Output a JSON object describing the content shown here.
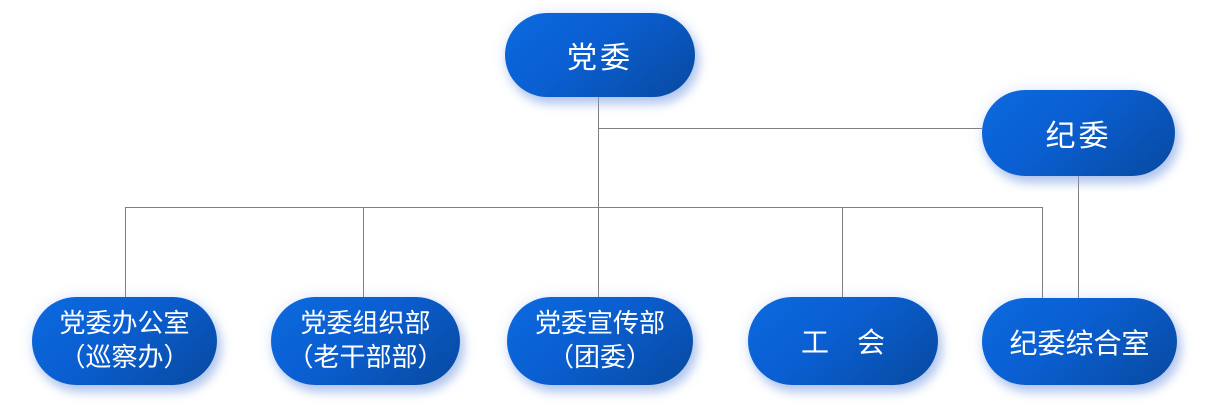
{
  "org_chart": {
    "type": "org-tree",
    "nodes": {
      "dangwei": {
        "label": "党委"
      },
      "jiwei": {
        "label": "纪委"
      },
      "bangongshi": {
        "line1": "党委办公室",
        "line2": "（巡察办）"
      },
      "zuzhibu": {
        "line1": "党委组织部",
        "line2": "（老干部部）"
      },
      "xuanchuanbu": {
        "line1": "党委宣传部",
        "line2": "（团委）"
      },
      "gonghui": {
        "label": "工　会"
      },
      "jiweizonghe": {
        "label": "纪委综合室"
      }
    },
    "edges": [
      {
        "from": "党委",
        "to": "纪委"
      },
      {
        "from": "党委",
        "to": "党委办公室（巡察办）"
      },
      {
        "from": "党委",
        "to": "党委组织部（老干部部）"
      },
      {
        "from": "党委",
        "to": "党委宣传部（团委）"
      },
      {
        "from": "党委",
        "to": "工　会"
      },
      {
        "from": "党委",
        "to": "纪委综合室"
      },
      {
        "from": "纪委",
        "to": "纪委综合室"
      }
    ],
    "colors": {
      "node_gradient_start": "#0b6ade",
      "node_gradient_mid": "#0a5fd2",
      "node_gradient_end": "#08499f",
      "node_text": "#ffffff",
      "connector": "#7f7f7f",
      "node_glow_shadow": "#b9cdf0",
      "background": "#ffffff"
    }
  }
}
